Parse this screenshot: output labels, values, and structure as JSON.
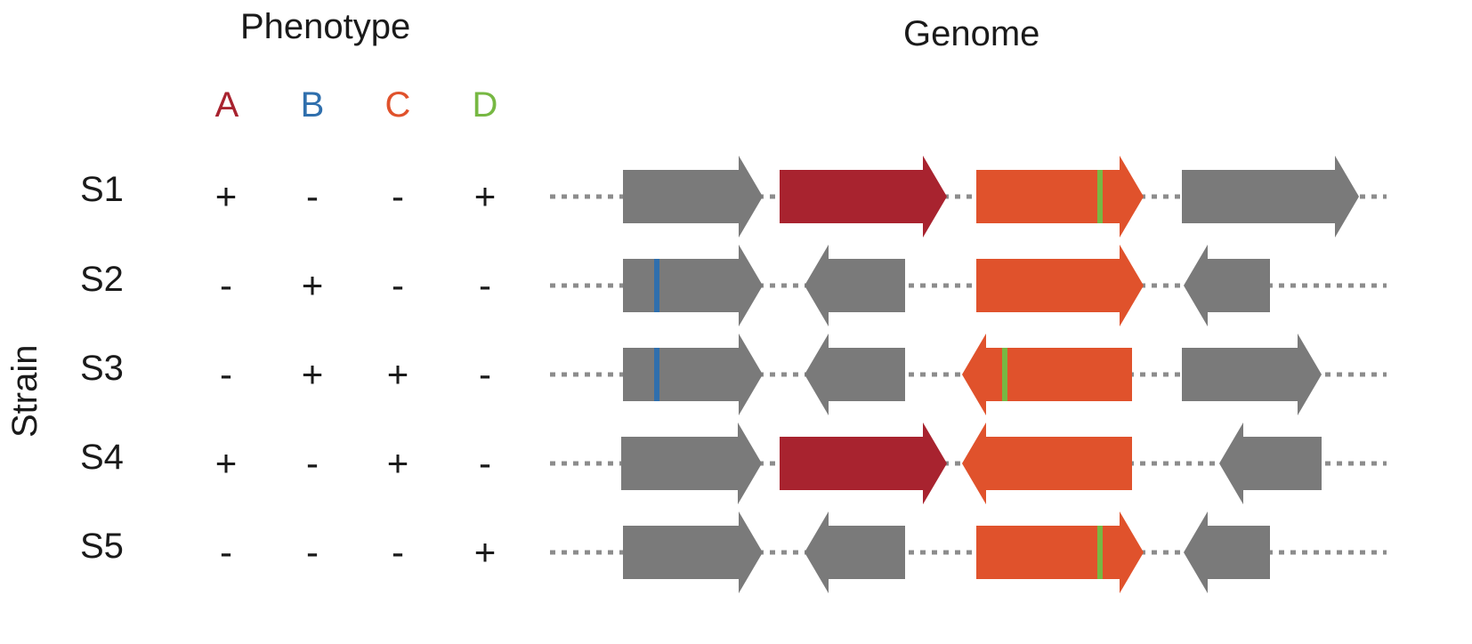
{
  "headers": {
    "phenotype": "Phenotype",
    "genome": "Genome",
    "strain_axis": "Strain"
  },
  "phenotype_columns": [
    {
      "label": "A",
      "color": "#a8232f"
    },
    {
      "label": "B",
      "color": "#2f6fad"
    },
    {
      "label": "C",
      "color": "#e0522c"
    },
    {
      "label": "D",
      "color": "#77b843"
    }
  ],
  "strains": [
    {
      "name": "S1",
      "phenotype": [
        "+",
        "-",
        "-",
        "+"
      ]
    },
    {
      "name": "S2",
      "phenotype": [
        "-",
        "+",
        "-",
        "-"
      ]
    },
    {
      "name": "S3",
      "phenotype": [
        "-",
        "+",
        "+",
        "-"
      ]
    },
    {
      "name": "S4",
      "phenotype": [
        "+",
        "-",
        "+",
        "-"
      ]
    },
    {
      "name": "S5",
      "phenotype": [
        "-",
        "-",
        "-",
        "+"
      ]
    }
  ],
  "colors": {
    "gray_gene": "#7a7a7a",
    "red_gene": "#a8232f",
    "orange_gene": "#e0522c",
    "blue_mark": "#2f6fad",
    "green_mark": "#77b843",
    "dotted_line": "#8c8c8c"
  }
}
